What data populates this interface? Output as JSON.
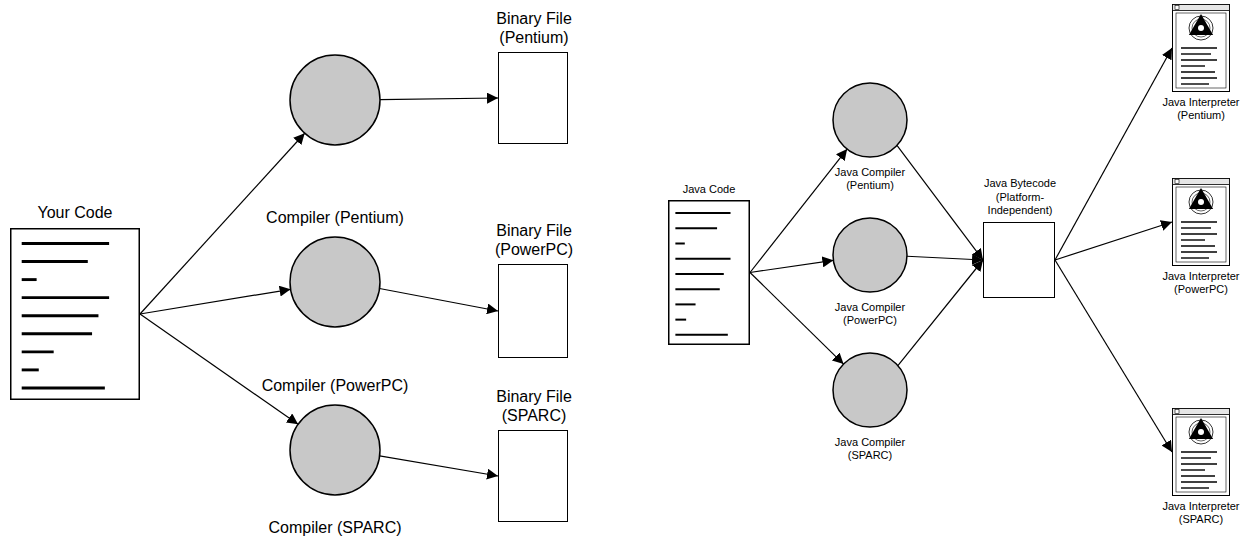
{
  "diagram": {
    "nodes": [
      {
        "text": [
          "Your Code"
        ]
      },
      {
        "text": [
          "Compiler (Pentium)"
        ]
      },
      {
        "text": [
          "Compiler (PowerPC)"
        ]
      },
      {
        "text": [
          "Compiler (SPARC)"
        ]
      },
      {
        "text": [
          "Binary File (Pentium)"
        ]
      },
      {
        "text": [
          "Binary File (PowerPC)"
        ]
      },
      {
        "text": [
          "Binary File (SPARC)"
        ]
      },
      {
        "text": [
          "Java Code"
        ]
      },
      {
        "text": [
          "Java Compiler (Pentium)"
        ]
      },
      {
        "text": [
          "Java Compiler (PowerPC)"
        ]
      },
      {
        "text": [
          "Java Compiler (SPARC)"
        ]
      },
      {
        "text": [
          "Java Bytecode (Platform-Independent)"
        ]
      },
      {
        "text": [
          "Java Interpreter (Pentium)"
        ]
      },
      {
        "text": [
          "Java Interpreter (PowerPC)"
        ]
      },
      {
        "text": [
          "Java Interpreter (SPARC)"
        ]
      }
    ],
    "edges": [
      {
        "from": 0,
        "to": 1,
        "arrow": "to"
      },
      {
        "from": 0,
        "to": 2,
        "arrow": "to"
      },
      {
        "from": 0,
        "to": 3,
        "arrow": "to"
      },
      {
        "from": 1,
        "to": 4,
        "arrow": "to"
      },
      {
        "from": 2,
        "to": 5,
        "arrow": "to"
      },
      {
        "from": 3,
        "to": 6,
        "arrow": "to"
      },
      {
        "from": 7,
        "to": 8,
        "arrow": "to"
      },
      {
        "from": 7,
        "to": 9,
        "arrow": "to"
      },
      {
        "from": 7,
        "to": 10,
        "arrow": "to"
      },
      {
        "from": 8,
        "to": 11,
        "arrow": "to"
      },
      {
        "from": 9,
        "to": 11,
        "arrow": "to"
      },
      {
        "from": 10,
        "to": 11,
        "arrow": "to"
      },
      {
        "from": 11,
        "to": 12,
        "arrow": "to"
      },
      {
        "from": 11,
        "to": 13,
        "arrow": "to"
      },
      {
        "from": 11,
        "to": 14,
        "arrow": "to"
      }
    ]
  }
}
